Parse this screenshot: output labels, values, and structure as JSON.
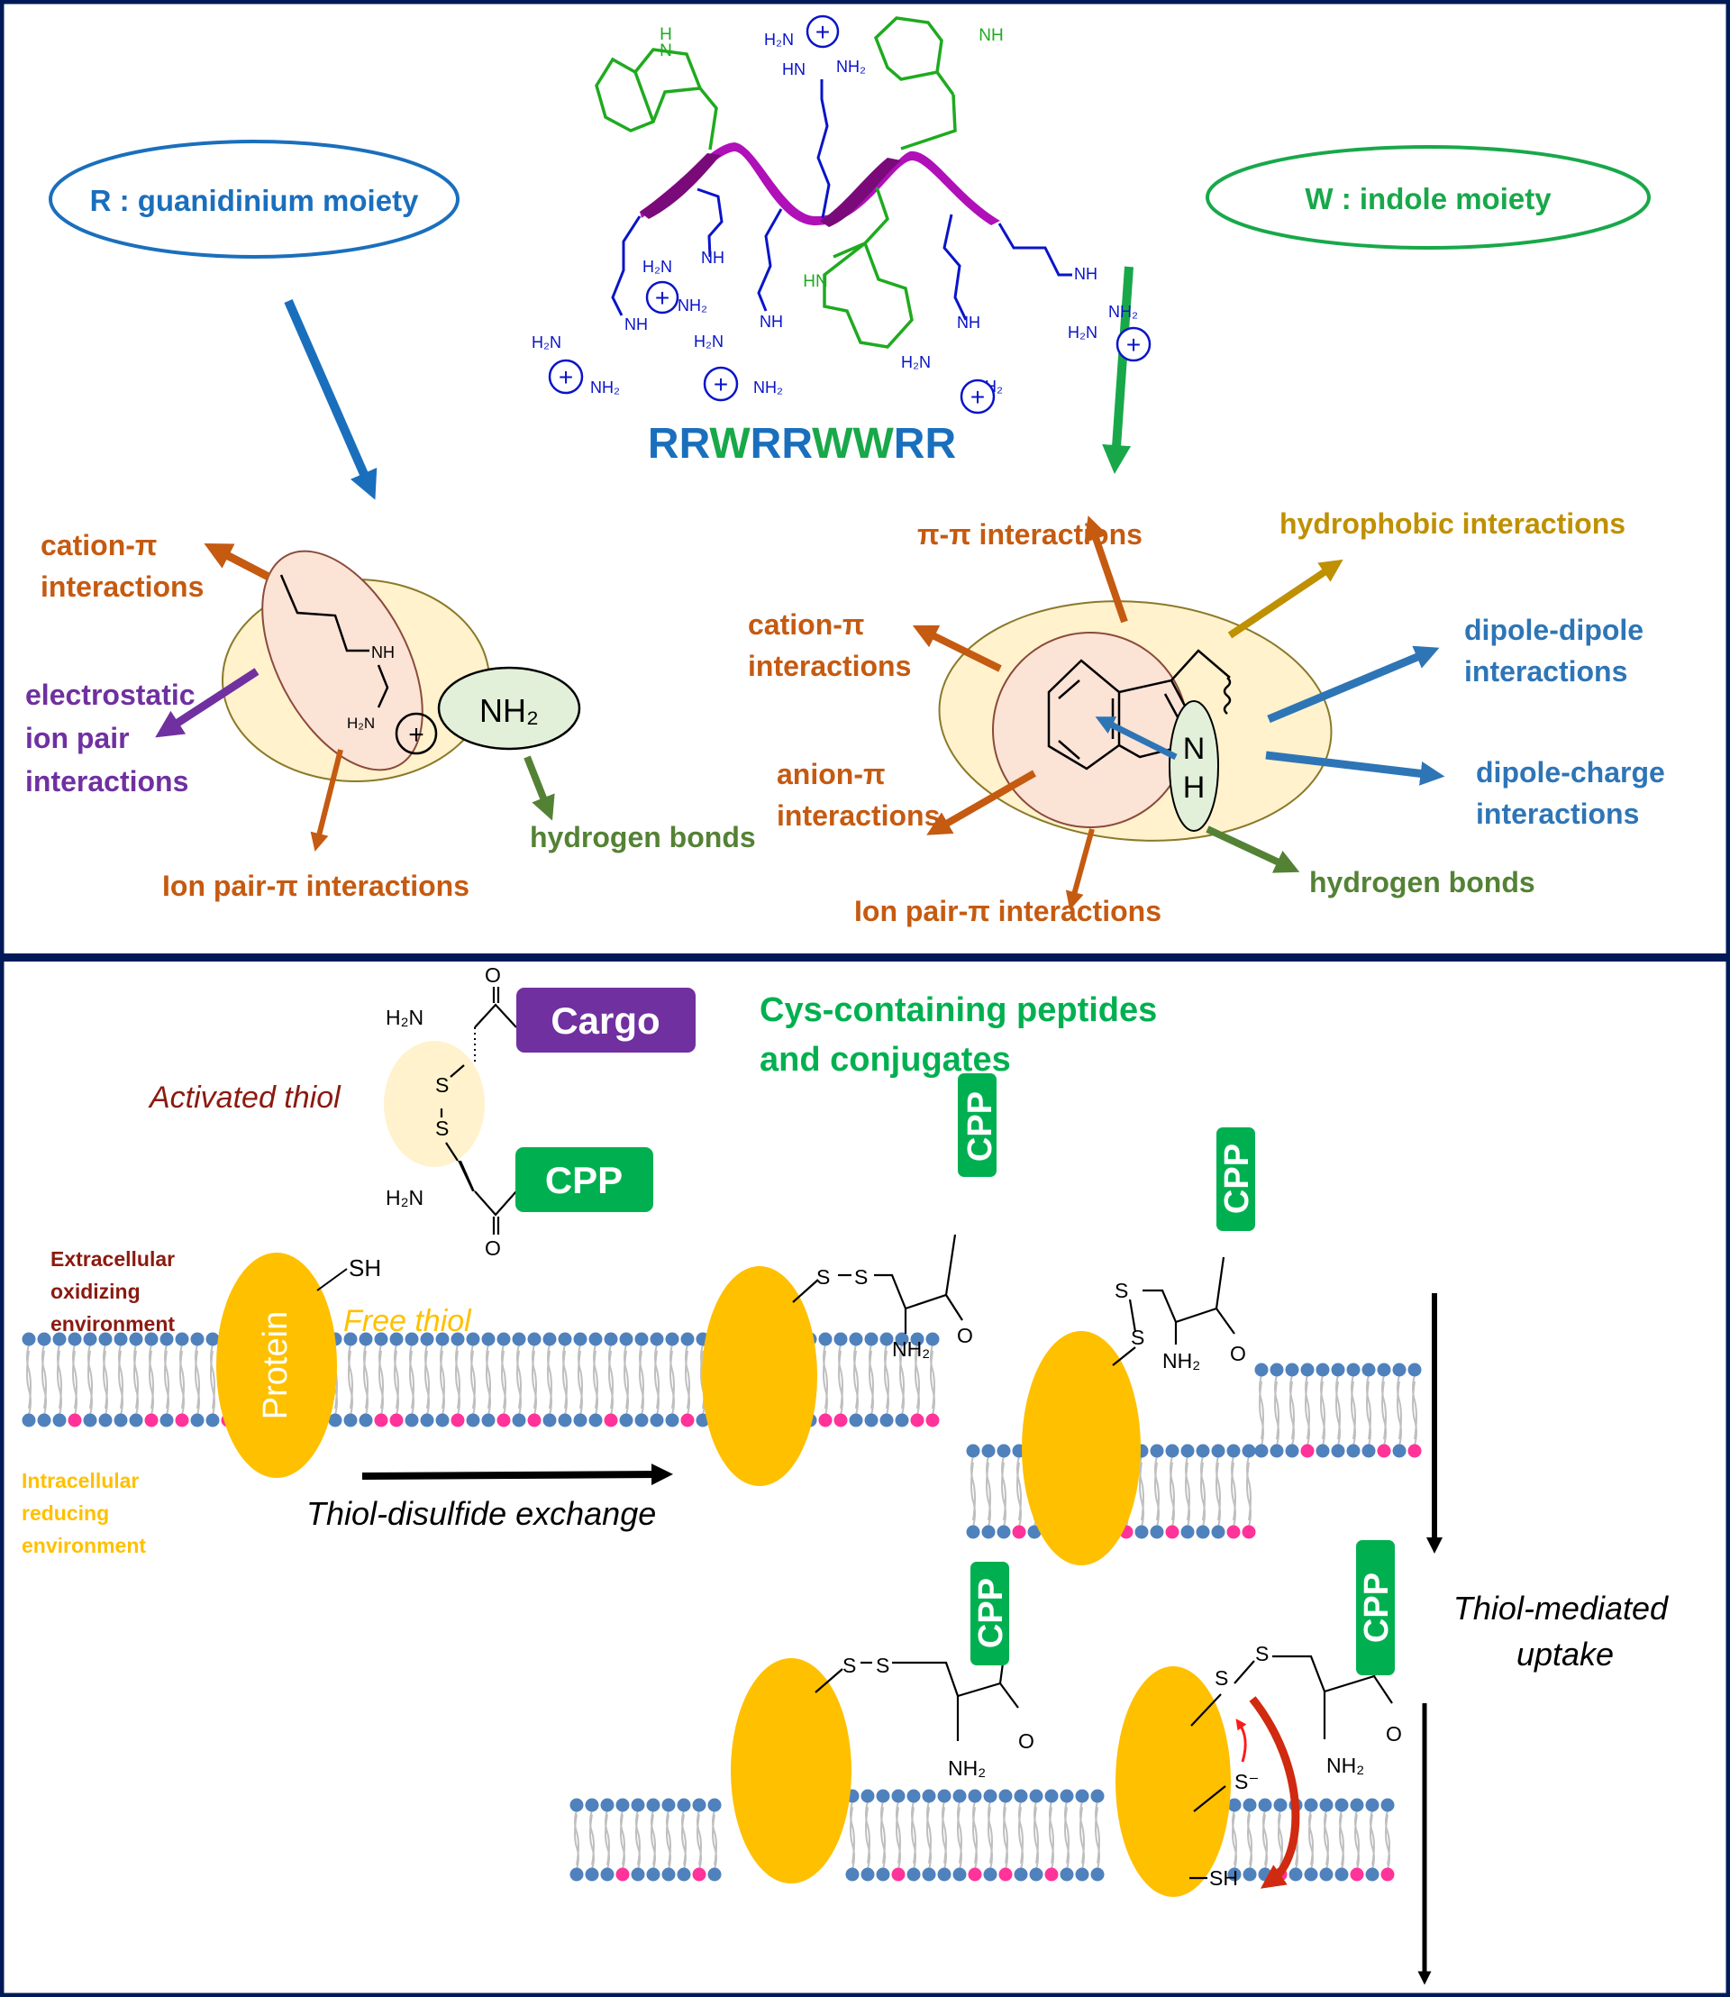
{
  "colors": {
    "frame": "#001a57",
    "arg_blue": "#1a6fbd",
    "trp_green": "#18a84a",
    "chem_blue": "#0a14c8",
    "chem_green": "#1faa1f",
    "helix_dark": "#7a0a7a",
    "helix_light": "#b010b8",
    "orange": "#c55a11",
    "purple": "#7030a0",
    "olive_green": "#548235",
    "gold": "#bf9000",
    "steel_blue": "#2e75b6",
    "ellipse_outer": "#fff2cc",
    "ellipse_inner": "#fbe3d6",
    "ellipse_nh": "#e2f0d9",
    "protein_yellow": "#ffc000",
    "cargo_purple": "#7030a0",
    "cpp_green": "#00b050",
    "dark_red": "#8b1a10",
    "amber": "#ffc000",
    "head_blue": "#4f81bd",
    "head_pink": "#ff3399",
    "tail_gray": "#bfbfbf",
    "red_arrow": "#d02a10"
  },
  "top_panel": {
    "r_label": "R : guanidinium moiety",
    "w_label": "W : indole moiety",
    "sequence": [
      {
        "letter": "R",
        "type": "arg"
      },
      {
        "letter": "R",
        "type": "arg"
      },
      {
        "letter": "W",
        "type": "trp"
      },
      {
        "letter": "R",
        "type": "arg"
      },
      {
        "letter": "R",
        "type": "arg"
      },
      {
        "letter": "W",
        "type": "trp"
      },
      {
        "letter": "W",
        "type": "trp"
      },
      {
        "letter": "R",
        "type": "arg"
      },
      {
        "letter": "R",
        "type": "arg"
      }
    ],
    "chem": {
      "nh": "NH",
      "hn": "HN",
      "h2n": "H₂N",
      "nh2": "NH₂",
      "h": "H",
      "n": "N",
      "plus": "+"
    },
    "arginine_interactions": {
      "cation_pi": [
        "cation-π",
        "interactions"
      ],
      "electrostatic": [
        "electrostatic",
        "ion pair",
        "interactions"
      ],
      "ion_pair_pi": "Ion pair-π interactions",
      "hydrogen_bonds": "hydrogen bonds",
      "group_label": "NH₂"
    },
    "tryptophan_interactions": {
      "pi_pi": "π-π interactions",
      "hydrophobic": "hydrophobic interactions",
      "cation_pi": [
        "cation-π",
        "interactions"
      ],
      "dipole_dipole": [
        "dipole-dipole",
        "interactions"
      ],
      "anion_pi": [
        "anion-π",
        "interactions"
      ],
      "dipole_charge": [
        "dipole-charge",
        "interactions"
      ],
      "ion_pair_pi": "Ion pair-π interactions",
      "hydrogen_bonds": "hydrogen bonds"
    }
  },
  "bottom_panel": {
    "title": [
      "Cys-containing peptides",
      "and conjugates"
    ],
    "cargo_label": "Cargo",
    "cpp_label": "CPP",
    "activated_thiol": "Activated thiol",
    "free_thiol": "Free thiol",
    "protein_label": "Protein",
    "extracellular": [
      "Extracellular",
      "oxidizing",
      "environment"
    ],
    "intracellular": [
      "Intracellular",
      "reducing",
      "environment"
    ],
    "thiol_disulfide_exchange": "Thiol-disulfide exchange",
    "thiol_mediated_uptake": [
      "Thiol-mediated",
      "uptake"
    ],
    "chem": {
      "o": "O",
      "s": "S",
      "s_minus": "S⁻",
      "sh": "SH",
      "ss": "S–S",
      "nh2": "NH₂",
      "h2n": "H₂N"
    }
  }
}
